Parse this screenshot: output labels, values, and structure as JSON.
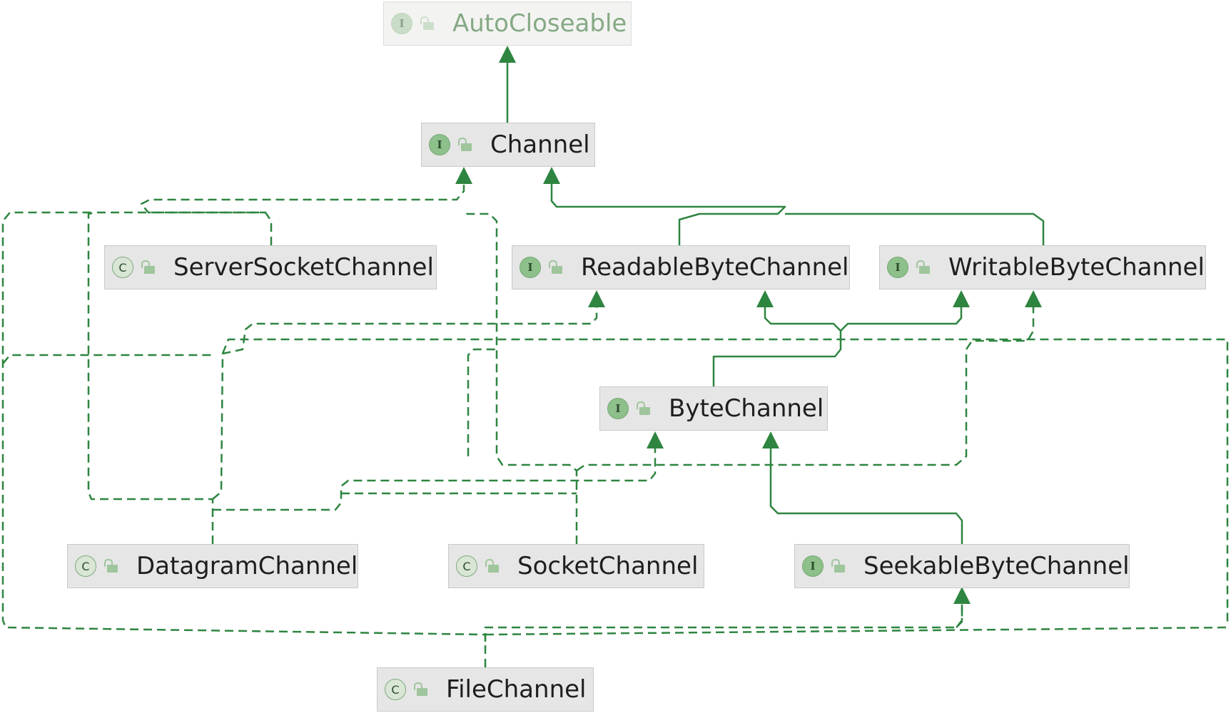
{
  "diagram": {
    "stroke_color": "#2e8540",
    "nodes": [
      {
        "id": "autocloseable",
        "label": "AutoCloseable",
        "kind": "interface",
        "badge": "I",
        "faded": true
      },
      {
        "id": "channel",
        "label": "Channel",
        "kind": "interface",
        "badge": "I",
        "faded": false
      },
      {
        "id": "serversocketchannel",
        "label": "ServerSocketChannel",
        "kind": "class",
        "badge": "C",
        "faded": false
      },
      {
        "id": "readablebytechannel",
        "label": "ReadableByteChannel",
        "kind": "interface",
        "badge": "I",
        "faded": false
      },
      {
        "id": "writablebytechannel",
        "label": "WritableByteChannel",
        "kind": "interface",
        "badge": "I",
        "faded": false
      },
      {
        "id": "bytechannel",
        "label": "ByteChannel",
        "kind": "interface",
        "badge": "I",
        "faded": false
      },
      {
        "id": "datagramchannel",
        "label": "DatagramChannel",
        "kind": "class",
        "badge": "C",
        "faded": false
      },
      {
        "id": "socketchannel",
        "label": "SocketChannel",
        "kind": "class",
        "badge": "C",
        "faded": false
      },
      {
        "id": "seekablebytechannel",
        "label": "SeekableByteChannel",
        "kind": "interface",
        "badge": "I",
        "faded": false
      },
      {
        "id": "filechannel",
        "label": "FileChannel",
        "kind": "class",
        "badge": "C",
        "faded": false
      }
    ],
    "edges": [
      {
        "id": "e-channel-autocloseable",
        "from": "channel",
        "to": "autocloseable",
        "type": "extends"
      },
      {
        "id": "e-readable-channel",
        "from": "readablebytechannel",
        "to": "channel",
        "type": "extends"
      },
      {
        "id": "e-writable-channel",
        "from": "writablebytechannel",
        "to": "channel",
        "type": "extends"
      },
      {
        "id": "e-bytechannel-readable",
        "from": "bytechannel",
        "to": "readablebytechannel",
        "type": "extends"
      },
      {
        "id": "e-bytechannel-writable",
        "from": "bytechannel",
        "to": "writablebytechannel",
        "type": "extends"
      },
      {
        "id": "e-seekable-bytechannel",
        "from": "seekablebytechannel",
        "to": "bytechannel",
        "type": "extends"
      },
      {
        "id": "e-serversocket-channel",
        "from": "serversocketchannel",
        "to": "channel",
        "type": "implements"
      },
      {
        "id": "e-datagram-channel",
        "from": "datagramchannel",
        "to": "channel",
        "type": "implements"
      },
      {
        "id": "e-datagram-readable",
        "from": "datagramchannel",
        "to": "readablebytechannel",
        "type": "implements"
      },
      {
        "id": "e-datagram-writable",
        "from": "datagramchannel",
        "to": "writablebytechannel",
        "type": "implements"
      },
      {
        "id": "e-datagram-bytechannel",
        "from": "datagramchannel",
        "to": "bytechannel",
        "type": "implements"
      },
      {
        "id": "e-socket-channel",
        "from": "socketchannel",
        "to": "channel",
        "type": "implements"
      },
      {
        "id": "e-socket-readable",
        "from": "socketchannel",
        "to": "readablebytechannel",
        "type": "implements"
      },
      {
        "id": "e-socket-writable",
        "from": "socketchannel",
        "to": "writablebytechannel",
        "type": "implements"
      },
      {
        "id": "e-socket-bytechannel",
        "from": "socketchannel",
        "to": "bytechannel",
        "type": "implements"
      },
      {
        "id": "e-file-channel",
        "from": "filechannel",
        "to": "channel",
        "type": "implements"
      },
      {
        "id": "e-file-readable",
        "from": "filechannel",
        "to": "readablebytechannel",
        "type": "implements"
      },
      {
        "id": "e-file-writable",
        "from": "filechannel",
        "to": "writablebytechannel",
        "type": "implements"
      },
      {
        "id": "e-file-bytechannel",
        "from": "filechannel",
        "to": "bytechannel",
        "type": "implements"
      },
      {
        "id": "e-file-seekable",
        "from": "filechannel",
        "to": "seekablebytechannel",
        "type": "implements"
      }
    ]
  }
}
